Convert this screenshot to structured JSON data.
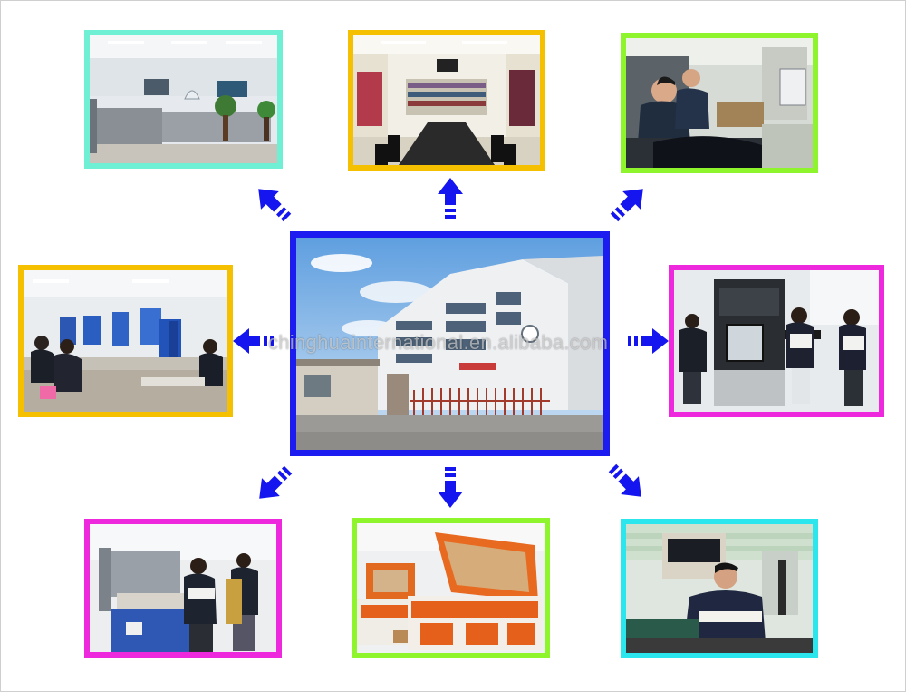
{
  "watermark": {
    "text": "chinghuainternational.en.alibaba.com"
  },
  "photos": {
    "center": {
      "icon": "factory-building-photo",
      "border": "#1c1cf0"
    },
    "office": {
      "icon": "office-cubicles-photo",
      "border": "#6ff0d4"
    },
    "showroom": {
      "icon": "showroom-meeting-room-photo",
      "border": "#f5c000"
    },
    "sewing": {
      "icon": "sewing-workers-photo",
      "border": "#8ef52c"
    },
    "hf_machines": {
      "icon": "hf-welding-workers-photo",
      "border": "#f5c000"
    },
    "embossing": {
      "icon": "embossing-machine-photo",
      "border": "#ee28dc"
    },
    "cutting": {
      "icon": "hydraulic-cutting-photo",
      "border": "#ee28dc"
    },
    "laser": {
      "icon": "laser-cutting-machine-photo",
      "border": "#8ef52c"
    },
    "operator": {
      "icon": "machine-operator-photo",
      "border": "#2ce6ee"
    }
  },
  "arrow_color": "#1515ef"
}
